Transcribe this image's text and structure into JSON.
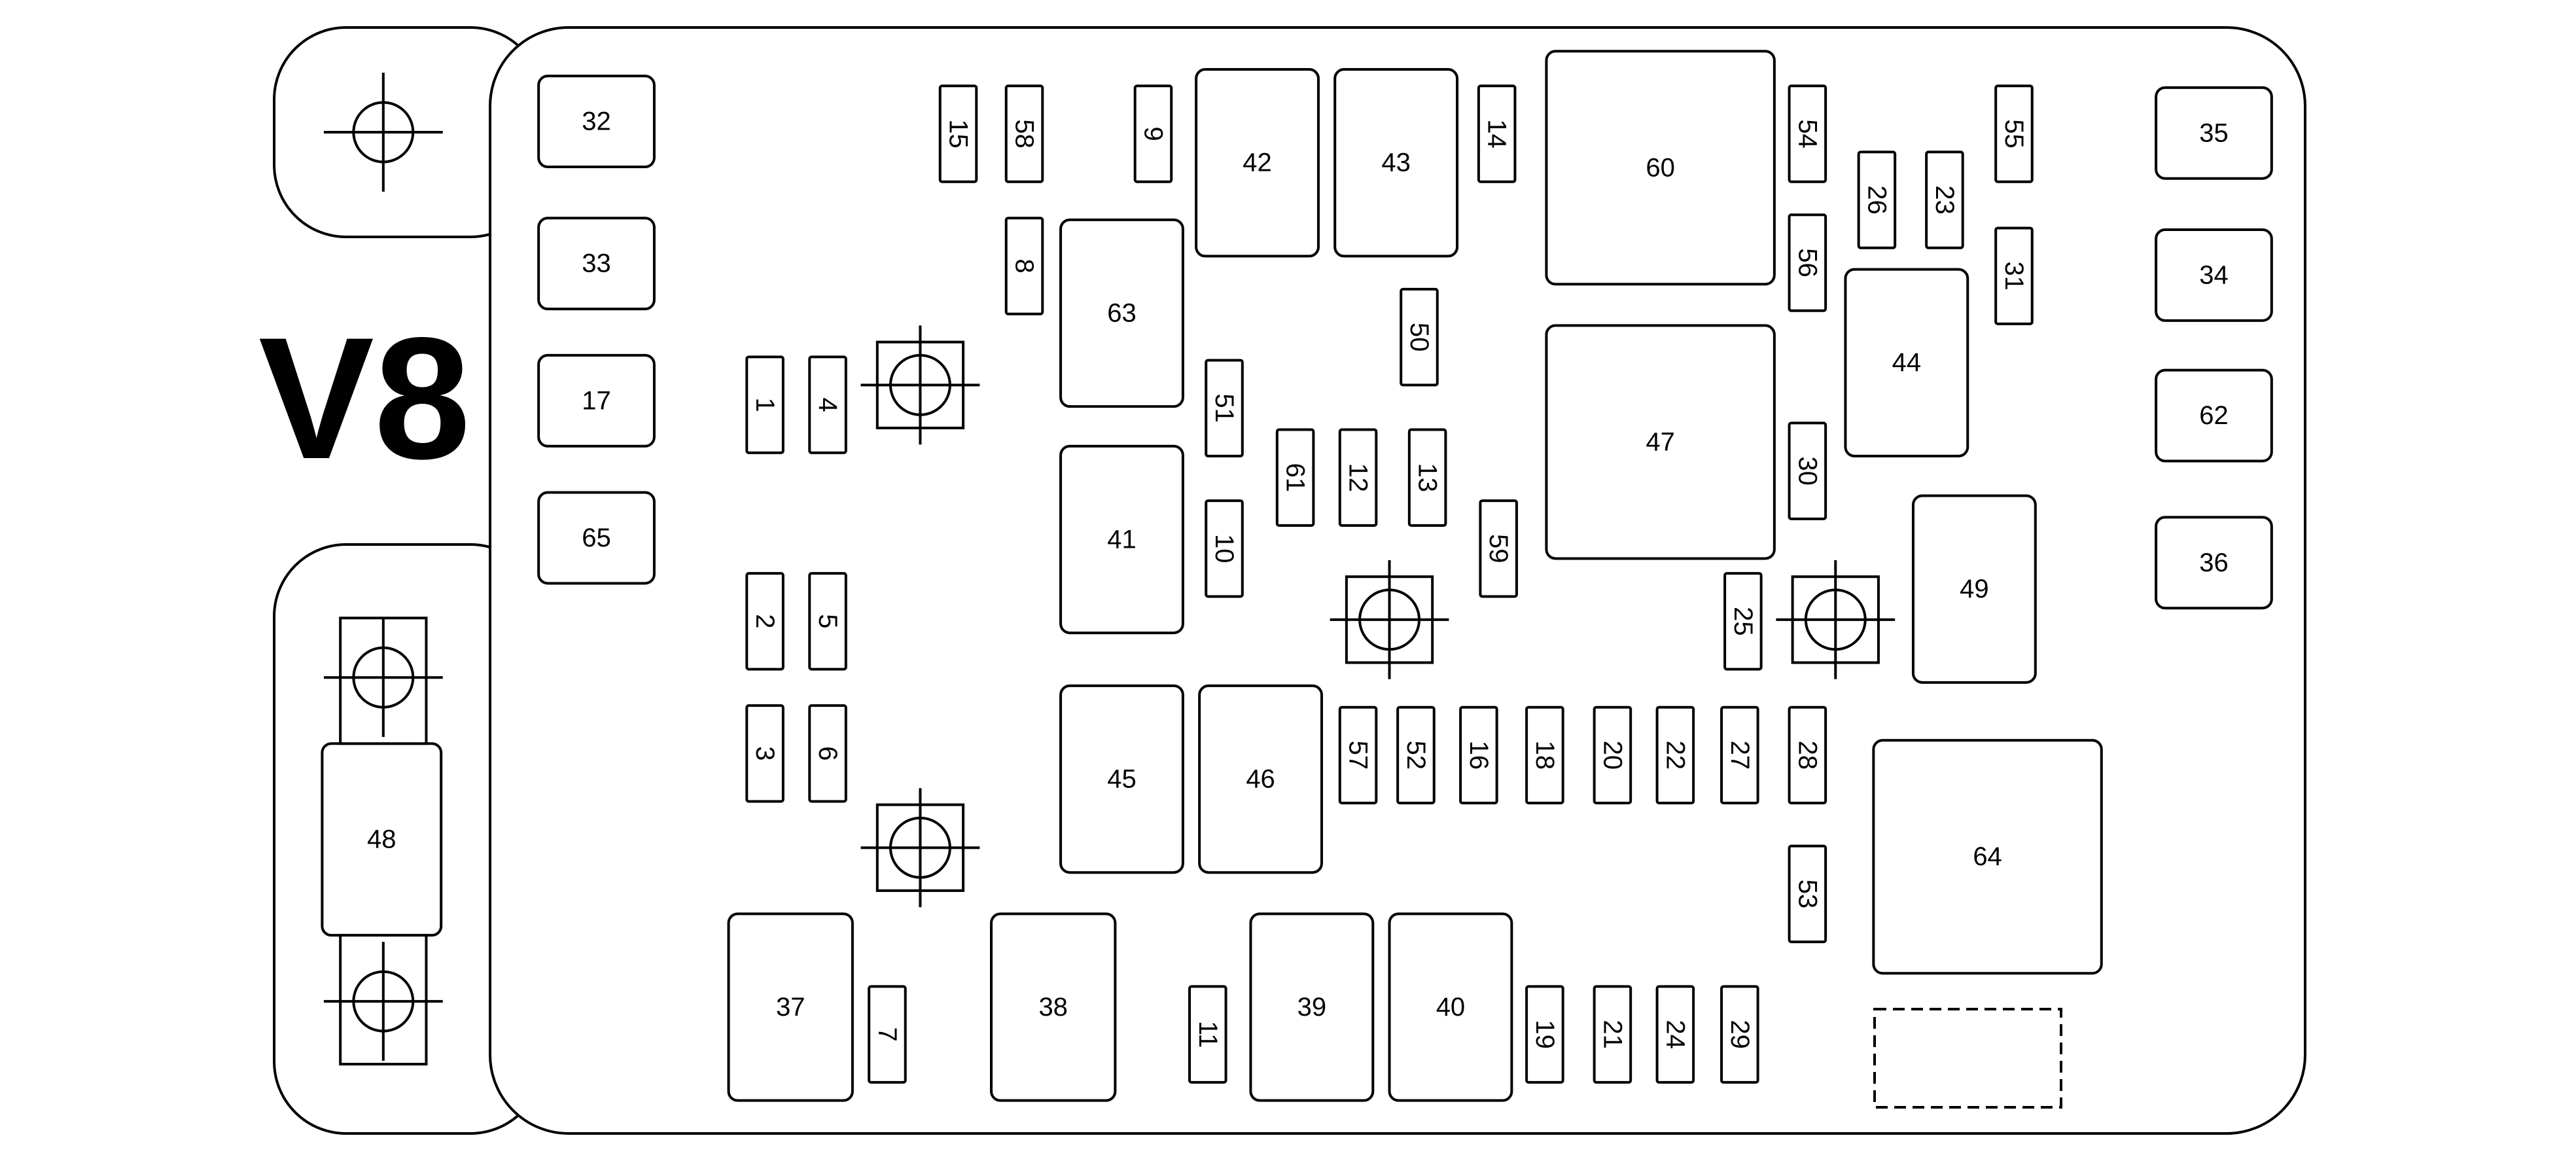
{
  "diagram": {
    "variant_label": "V8",
    "colors": {
      "stroke": "#000000",
      "background": "#ffffff"
    },
    "components": [
      {
        "id": "32"
      },
      {
        "id": "33"
      },
      {
        "id": "17"
      },
      {
        "id": "65"
      },
      {
        "id": "35"
      },
      {
        "id": "34"
      },
      {
        "id": "62"
      },
      {
        "id": "36"
      },
      {
        "id": "42"
      },
      {
        "id": "43"
      },
      {
        "id": "60"
      },
      {
        "id": "63"
      },
      {
        "id": "47"
      },
      {
        "id": "44"
      },
      {
        "id": "41"
      },
      {
        "id": "49"
      },
      {
        "id": "45"
      },
      {
        "id": "46"
      },
      {
        "id": "64"
      },
      {
        "id": "37"
      },
      {
        "id": "38"
      },
      {
        "id": "39"
      },
      {
        "id": "40"
      },
      {
        "id": "48"
      },
      {
        "id": "15"
      },
      {
        "id": "58"
      },
      {
        "id": "9"
      },
      {
        "id": "14"
      },
      {
        "id": "54"
      },
      {
        "id": "55"
      },
      {
        "id": "26"
      },
      {
        "id": "23"
      },
      {
        "id": "8"
      },
      {
        "id": "56"
      },
      {
        "id": "31"
      },
      {
        "id": "50"
      },
      {
        "id": "1"
      },
      {
        "id": "4"
      },
      {
        "id": "51"
      },
      {
        "id": "61"
      },
      {
        "id": "12"
      },
      {
        "id": "13"
      },
      {
        "id": "30"
      },
      {
        "id": "10"
      },
      {
        "id": "59"
      },
      {
        "id": "2"
      },
      {
        "id": "5"
      },
      {
        "id": "25"
      },
      {
        "id": "3"
      },
      {
        "id": "6"
      },
      {
        "id": "57"
      },
      {
        "id": "52"
      },
      {
        "id": "16"
      },
      {
        "id": "18"
      },
      {
        "id": "20"
      },
      {
        "id": "22"
      },
      {
        "id": "27"
      },
      {
        "id": "28"
      },
      {
        "id": "53"
      },
      {
        "id": "7"
      },
      {
        "id": "11"
      },
      {
        "id": "19"
      },
      {
        "id": "21"
      },
      {
        "id": "24"
      },
      {
        "id": "29"
      }
    ]
  }
}
